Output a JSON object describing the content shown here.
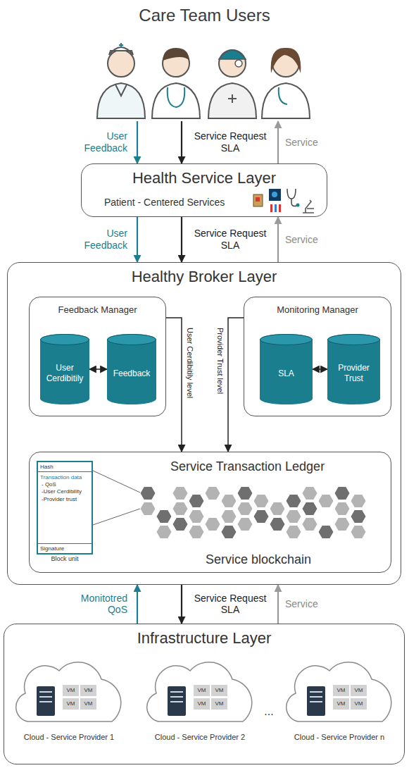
{
  "diagram": {
    "nodes": [
      {
        "text": [
          "Care Team Users"
        ]
      },
      {
        "text": [
          "Health Service Layer",
          "Patient - Centered Services"
        ]
      },
      {
        "text": [
          "Healthy Broker Layer"
        ]
      },
      {
        "text": [
          "Feedback Manager"
        ],
        "in": 2
      },
      {
        "text": [
          "User Cerdibitily"
        ],
        "in": 3
      },
      {
        "text": [
          "Feedback"
        ],
        "in": 3
      },
      {
        "text": [
          "Monitoring Manager"
        ],
        "in": 2
      },
      {
        "text": [
          "SLA"
        ],
        "in": 6
      },
      {
        "text": [
          "Provider Trust"
        ],
        "in": 6
      },
      {
        "text": [
          "Service Transaction Ledger",
          "Service blockchain"
        ],
        "in": 2
      },
      {
        "text": [
          "Hash",
          "Transaction data",
          "- QoS",
          "-User Cerdibility",
          "-Provider trust",
          "Signature",
          "Block unit"
        ],
        "in": 9
      },
      {
        "text": [
          "Infrastructure Layer"
        ]
      },
      {
        "text": [
          "VM",
          "VM",
          "VM",
          "VM",
          "Cloud - Service Provider 1"
        ],
        "in": 11
      },
      {
        "text": [
          "VM",
          "VM",
          "VM",
          "VM",
          "Cloud - Service Provider 2"
        ],
        "in": 11
      },
      {
        "text": [
          "VM",
          "VM",
          "VM",
          "VM",
          "Cloud - Service Provider n"
        ],
        "in": 11
      }
    ],
    "edges": [
      {
        "from": 0,
        "to": 1,
        "arrow": "to",
        "label": "User Feedback"
      },
      {
        "from": 0,
        "to": 1,
        "arrow": "to",
        "label": "Service Request SLA"
      },
      {
        "from": 1,
        "to": 0,
        "arrow": "to",
        "label": "Service"
      },
      {
        "from": 1,
        "to": 2,
        "arrow": "to",
        "label": "User Feedback"
      },
      {
        "from": 1,
        "to": 2,
        "arrow": "to",
        "label": "Service Request SLA"
      },
      {
        "from": 2,
        "to": 1,
        "arrow": "to",
        "label": "Service"
      },
      {
        "from": 11,
        "to": 2,
        "arrow": "to",
        "label": "Monitotred QoS"
      },
      {
        "from": 2,
        "to": 11,
        "arrow": "to",
        "label": "Service Request SLA"
      },
      {
        "from": 11,
        "to": 2,
        "arrow": "to",
        "label": "Service"
      },
      {
        "from": 4,
        "to": 5,
        "arrow": "both"
      },
      {
        "from": 7,
        "to": 8,
        "arrow": "both"
      },
      {
        "from": 3,
        "to": 9,
        "arrow": "to",
        "label": "User Cerdibitily level"
      },
      {
        "from": 6,
        "to": 9,
        "arrow": "to",
        "label": "Provider Trust level"
      }
    ],
    "labels": [
      "..."
    ]
  }
}
